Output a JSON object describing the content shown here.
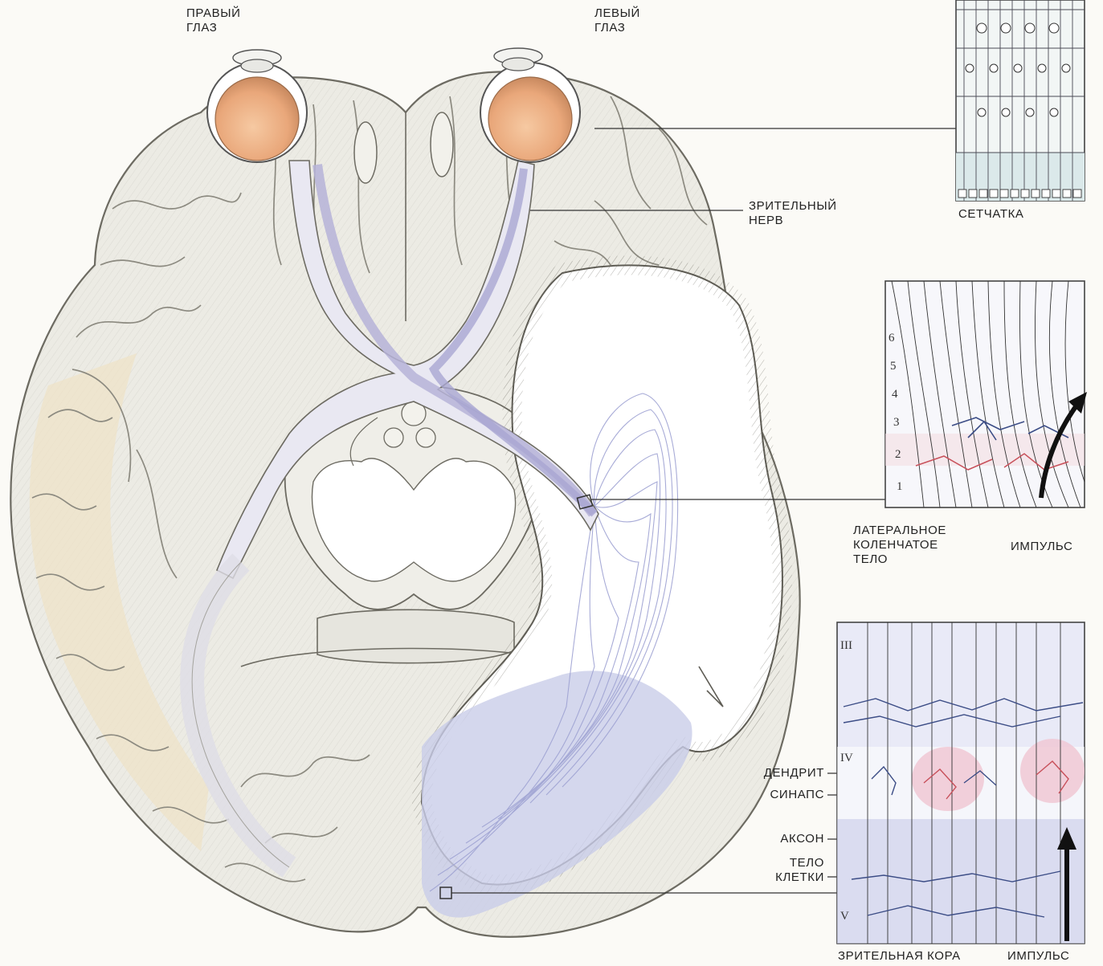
{
  "labels": {
    "right_eye": [
      "ПРАВЫЙ",
      "ГЛАЗ"
    ],
    "left_eye": [
      "ЛЕВЫЙ",
      "ГЛАЗ"
    ],
    "optic_nerve": [
      "ЗРИТЕЛЬНЫЙ",
      "НЕРВ"
    ],
    "retina": "СЕТЧАТКА",
    "lgn": [
      "ЛАТЕРАЛЬНОЕ",
      "КОЛЕНЧАТОЕ",
      "ТЕЛО"
    ],
    "impulse_1": "ИМПУЛЬС",
    "dendrite": "ДЕНДРИТ",
    "synapse": "СИНАПС",
    "axon": "АКСОН",
    "cell_body": [
      "ТЕЛО",
      "КЛЕТКИ"
    ],
    "visual_cortex": "ЗРИТЕЛЬНАЯ КОРА",
    "impulse_2": "ИМПУЛЬС"
  },
  "lgn_layers": [
    "6",
    "5",
    "4",
    "3",
    "2",
    "1"
  ],
  "cortex_layers": [
    "III",
    "IV",
    "V"
  ],
  "colors": {
    "brain": "#ecebe4",
    "brain_stroke": "#8c8a80",
    "eye": "#eeb488",
    "optic_tract": "#b6b3d8",
    "cortex_blue": "#c9cde8",
    "red_neuron": "#c8505a",
    "blue_neuron": "#3c4d86"
  }
}
